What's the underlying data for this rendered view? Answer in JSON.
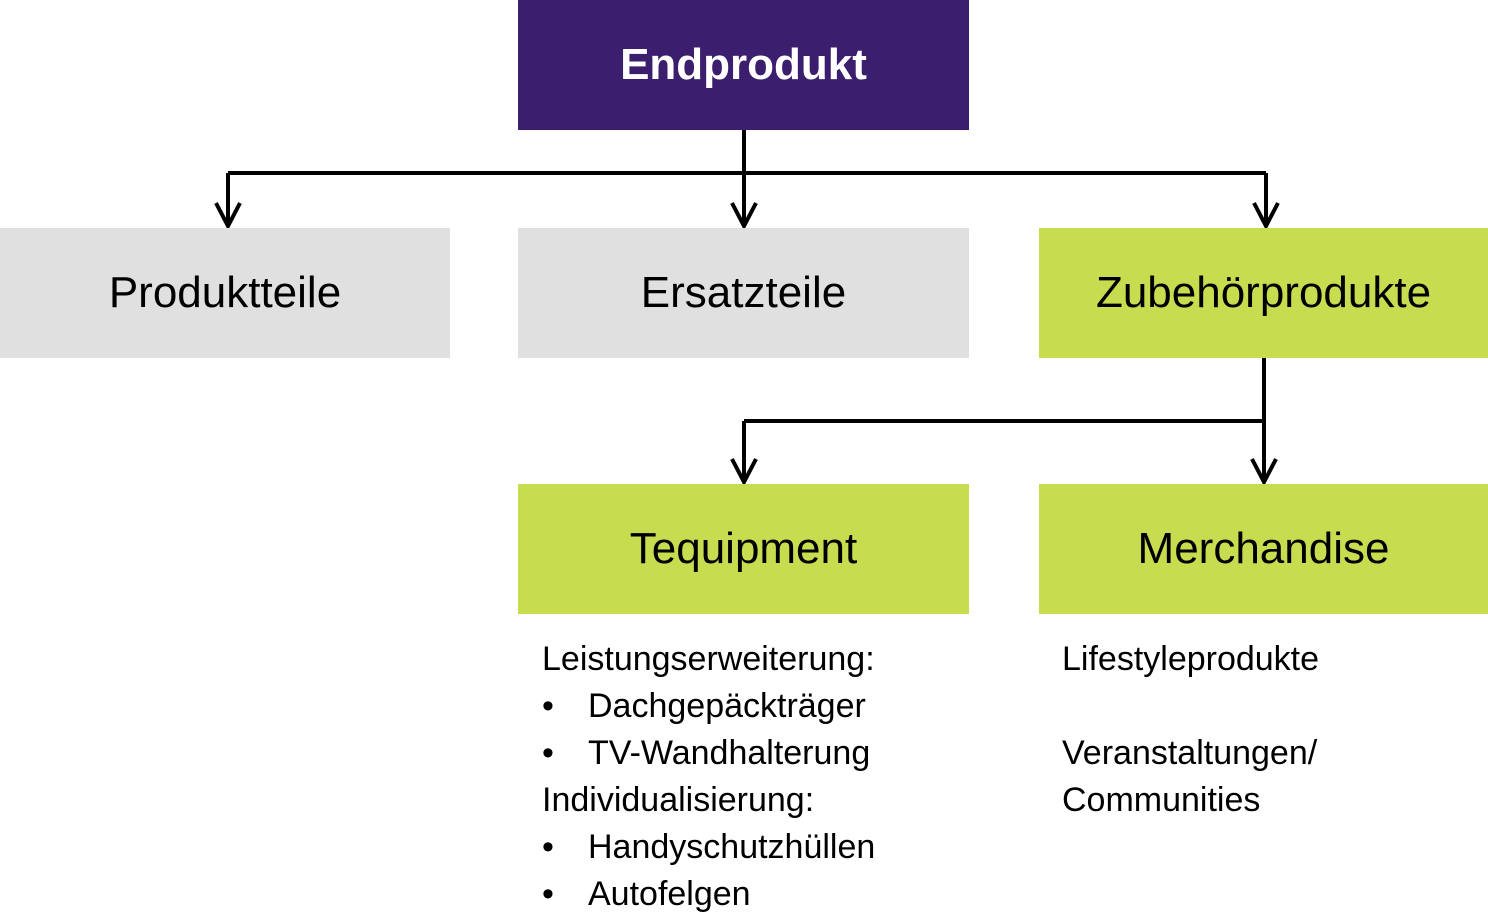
{
  "colors": {
    "root_fill": "#3b1f6e",
    "grey_fill": "#e0e0e0",
    "green_fill": "#c8dc50",
    "connector": "#000000",
    "text": "#000000",
    "root_text": "#ffffff"
  },
  "root": {
    "label": "Endprodukt"
  },
  "level1": {
    "produktteile": "Produktteile",
    "ersatzteile": "Ersatzteile",
    "zubehoer": "Zubehörprodukte"
  },
  "level2": {
    "tequipment": "Tequipment",
    "merchandise": "Merchandise"
  },
  "tequipment_details": {
    "heading1": "Leistungserweiterung:",
    "items1": [
      "Dachgepäckträger",
      "TV-Wandhalterung"
    ],
    "heading2": "Individualisierung:",
    "items2": [
      "Handyschutzhüllen",
      "Autofelgen"
    ],
    "bullet": "•"
  },
  "merchandise_details": {
    "item1": "Lifestyleprodukte",
    "item2_line1": "Veranstaltungen/",
    "item2_line2": "Communities"
  }
}
